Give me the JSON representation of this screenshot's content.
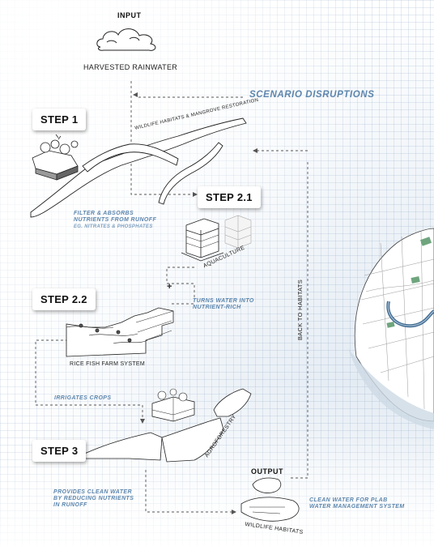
{
  "input": {
    "title": "INPUT",
    "label": "HARVESTED RAINWATER"
  },
  "scenario": "SCENARIO DISRUPTIONS",
  "steps": {
    "s1": "STEP 1",
    "s21": "STEP 2.1",
    "s22": "STEP 2.2",
    "s3": "STEP 3"
  },
  "wildlife_restoration": "WILDLIFE HABITATS & MANGROVE RESTORATION",
  "filter": {
    "line1": "FILTER & ABSORBS",
    "line2": "NUTRIENTS FROM RUNOFF",
    "sub": "EG. NITRATES & PHOSPHATES"
  },
  "aquaculture": "AQUACULTURE",
  "plus": "+",
  "nutrient": {
    "line1": "TURNS WATER INTO",
    "line2": "NUTRIENT-RICH"
  },
  "rice": "RICE FISH FARM SYSTEM",
  "irrigates": "IRRIGATES CROPS",
  "agroforestry": "AGROFORESTRY",
  "provides": {
    "line1": "PROVIDES CLEAN WATER",
    "line2": "BY REDUCING NUTRIENTS",
    "line3": "IN RUNOFF"
  },
  "output": {
    "title": "OUTPUT",
    "label": "WILDLIFE HABITATS"
  },
  "clean_water": {
    "line1": "CLEAN WATER FOR PLAB",
    "line2": "WATER MANAGEMENT SYSTEM"
  },
  "back": "BACK TO HABITATS",
  "colors": {
    "accent": "#5d86ad",
    "river": "#3e6a90",
    "green": "#6fa57e"
  }
}
